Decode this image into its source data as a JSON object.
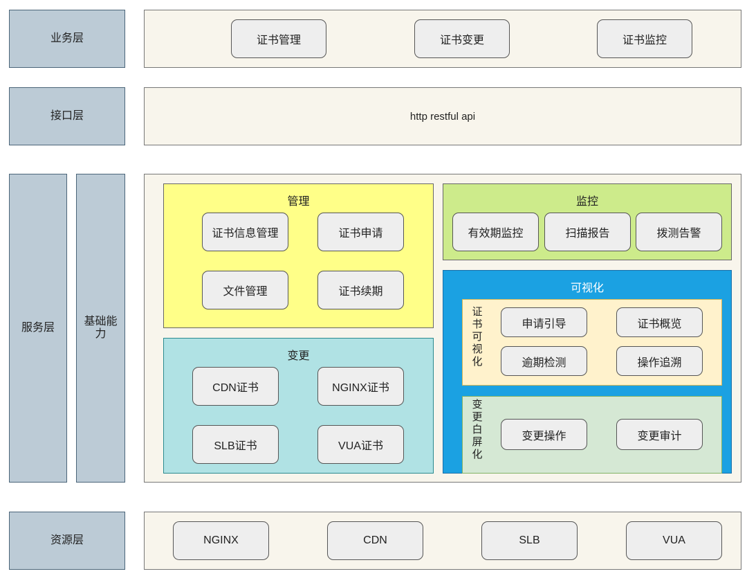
{
  "layers": {
    "business": "业务层",
    "interface": "接口层",
    "service": "服务层",
    "basic_capability": "基础能力",
    "resource": "资源层"
  },
  "business": {
    "cert_management": "证书管理",
    "cert_change": "证书变更",
    "cert_monitoring": "证书监控"
  },
  "interface": {
    "api": "http restful api"
  },
  "service": {
    "management": {
      "title": "管理",
      "cert_info_management": "证书信息管理",
      "cert_application": "证书申请",
      "file_management": "文件管理",
      "cert_renewal": "证书续期"
    },
    "monitoring": {
      "title": "监控",
      "validity_monitoring": "有效期监控",
      "scan_report": "扫描报告",
      "probe_alert": "拨测告警"
    },
    "change": {
      "title": "变更",
      "cdn_cert": "CDN证书",
      "nginx_cert": "NGINX证书",
      "slb_cert": "SLB证书",
      "vua_cert": "VUA证书"
    },
    "visualization": {
      "title": "可视化",
      "cert_visual": {
        "label": "证书可视化",
        "application_guide": "申请引导",
        "cert_overview": "证书概览",
        "expiry_detection": "逾期检测",
        "operation_trace": "操作追溯"
      },
      "change_whitebox": {
        "label": "变更白屏化",
        "change_operation": "变更操作",
        "change_audit": "变更审计"
      }
    }
  },
  "resource": {
    "nginx": "NGINX",
    "cdn": "CDN",
    "slb": "SLB",
    "vua": "VUA"
  },
  "colors": {
    "layer_label_bg": "#bccbd6",
    "panel_bg": "#f8f5ec",
    "management_bg": "#ffff88",
    "monitoring_bg": "#cdeb8b",
    "change_bg": "#b0e2e4",
    "visualization_bg": "#1ba1e2",
    "cert_visual_bg": "#fff2cc",
    "change_whitebox_bg": "#d5e8d4"
  }
}
